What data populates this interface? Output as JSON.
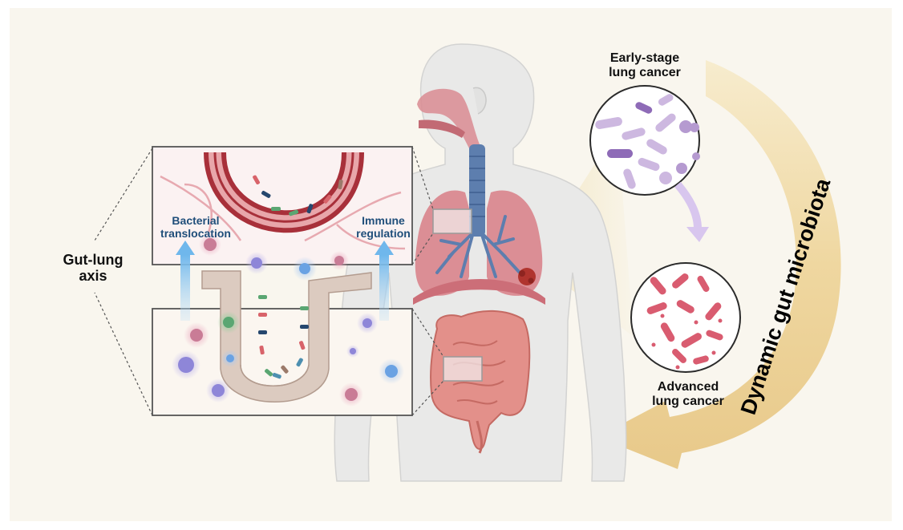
{
  "labels": {
    "axis_title": "Gut-lung\naxis",
    "bacterial": "Bacterial\ntranslocation",
    "immune": "Immune\nregulation",
    "early": "Early-stage\nlung cancer",
    "advanced": "Advanced\nlung cancer",
    "dynamic": "Dynamic gut microbiota"
  },
  "colors": {
    "background": "#f9f6ee",
    "arrow_gold": "#efd9a2",
    "lung": "#d9848c",
    "airway": "#5d7eae",
    "intestine": "#e3908a",
    "vessel": "#a8303a",
    "flow_arrow": "#8cc8f0",
    "purple_bacteria": "#b59ad0",
    "red_bacteria": "#d95c70"
  },
  "icons": [
    "human-silhouette-icon",
    "lung-icon",
    "trachea-icon",
    "intestine-icon",
    "tumor-icon",
    "bacteria-icon",
    "immune-cell-icon"
  ]
}
